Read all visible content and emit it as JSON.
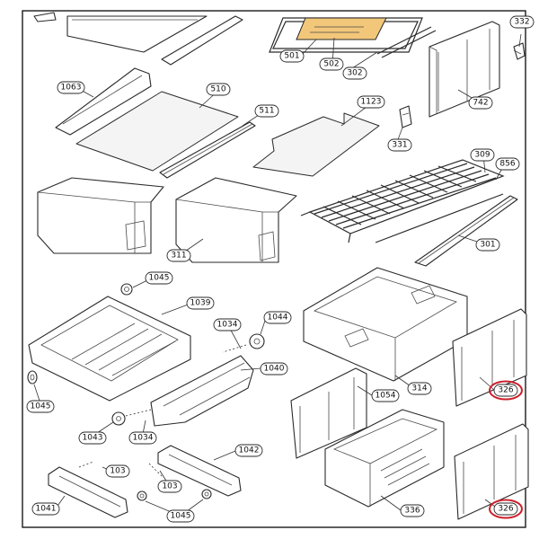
{
  "colors": {
    "highlight_ring": "#cc1f2b",
    "filter_fill": "#f3c77a",
    "line": "#2a2a2a"
  },
  "labels": {
    "p501": "501",
    "p502": "502",
    "p302": "302",
    "p332": "332",
    "p742": "742",
    "p1063": "1063",
    "p510": "510",
    "p511": "511",
    "p1123": "1123",
    "p331": "331",
    "p309": "309",
    "p856": "856",
    "p311": "311",
    "p301": "301",
    "p1045_top": "1045",
    "p1039": "1039",
    "p1034_top": "1034",
    "p1044": "1044",
    "p1040": "1040",
    "p314": "314",
    "p326_top": "326",
    "p1045_left": "1045",
    "p1043": "1043",
    "p1034_bottom": "1034",
    "p1054": "1054",
    "p1042": "1042",
    "p103_left": "103",
    "p103_right": "103",
    "p1041": "1041",
    "p1045_bottom": "1045",
    "p336": "336",
    "p326_bottom": "326"
  },
  "highlighted": [
    "326",
    "326"
  ]
}
